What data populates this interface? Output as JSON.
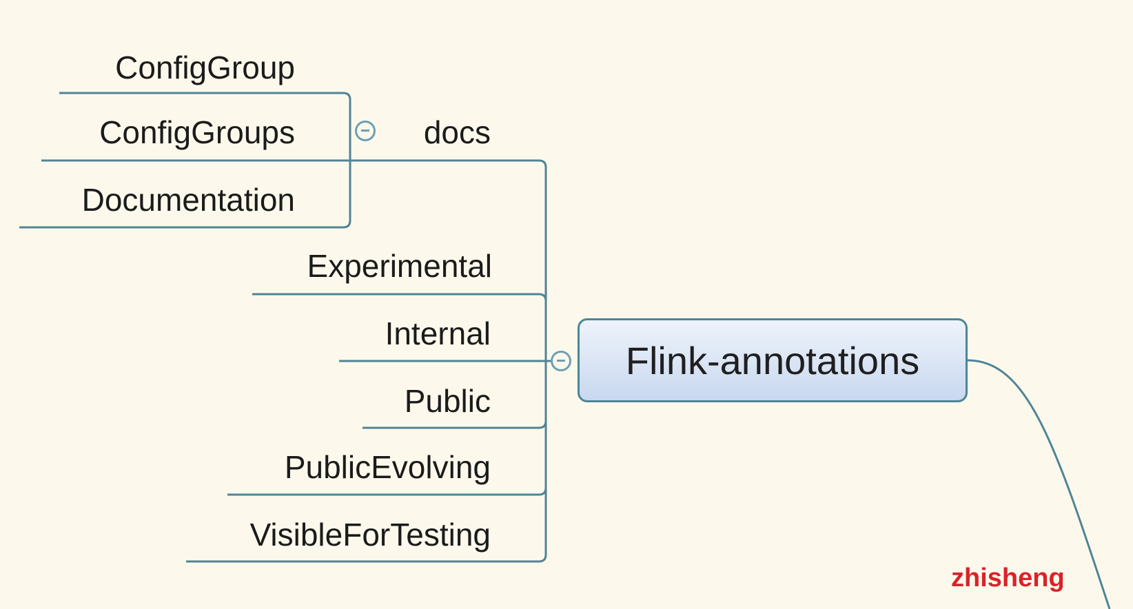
{
  "mindmap": {
    "central_topic": "Flink-annotations",
    "children": [
      {
        "label": "docs",
        "collapsible": true,
        "children": [
          {
            "label": "ConfigGroup"
          },
          {
            "label": "ConfigGroups"
          },
          {
            "label": "Documentation"
          }
        ]
      },
      {
        "label": "Experimental"
      },
      {
        "label": "Internal"
      },
      {
        "label": "Public"
      },
      {
        "label": "PublicEvolving"
      },
      {
        "label": "VisibleForTesting"
      }
    ]
  },
  "watermark": "zhisheng",
  "colors": {
    "background": "#fcf9ec",
    "connector": "#4f8496",
    "central_fill": "#d9e5f5",
    "watermark": "#d8232a"
  }
}
